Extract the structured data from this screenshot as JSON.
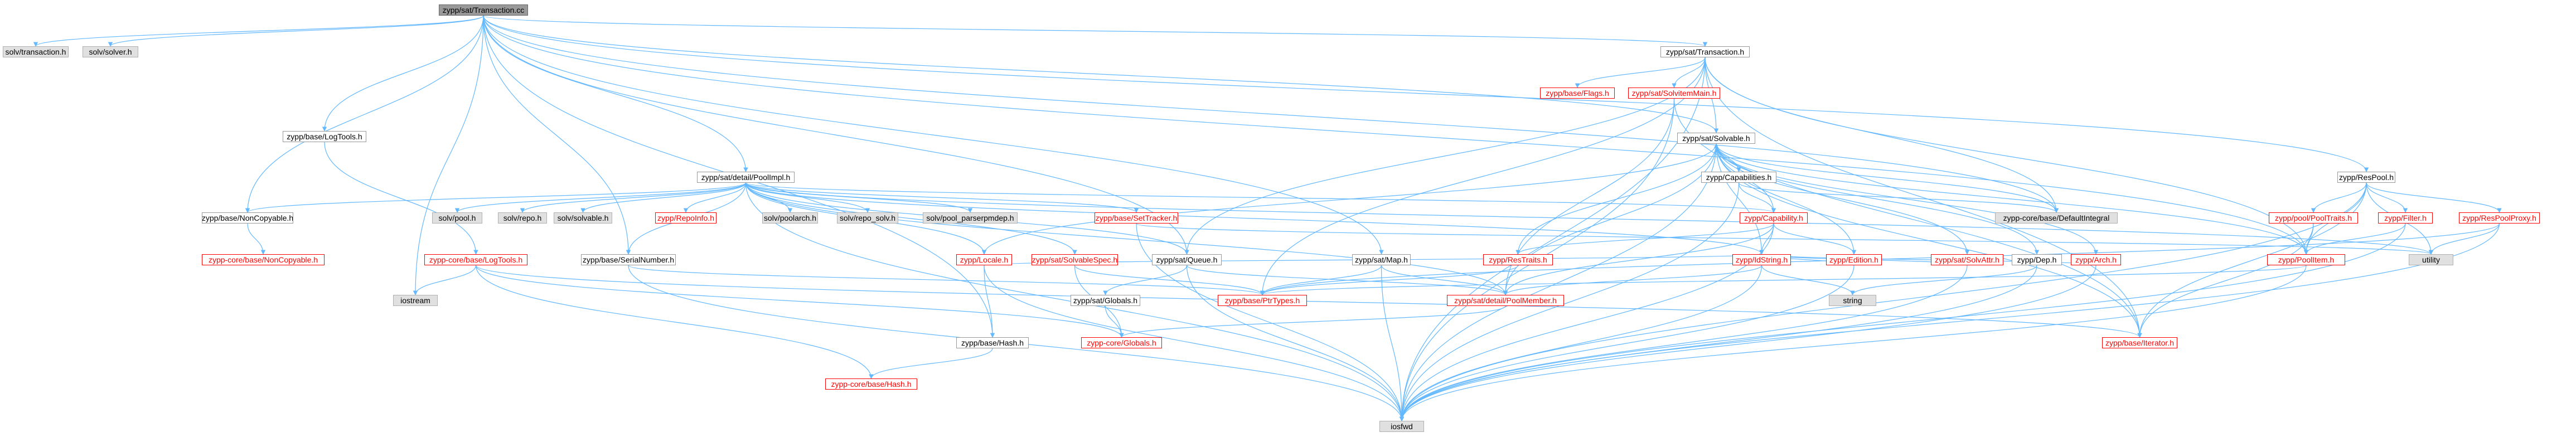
{
  "graph": {
    "edge_color": "#63b8ff",
    "nodes": [
      {
        "id": "root",
        "label": "zypp/sat/Transaction.cc",
        "kind": "root"
      },
      {
        "id": "solv_transaction",
        "label": "solv/transaction.h",
        "kind": "sys"
      },
      {
        "id": "solv_solver",
        "label": "solv/solver.h",
        "kind": "sys"
      },
      {
        "id": "sat_transaction",
        "label": "zypp/sat/Transaction.h",
        "kind": "normal"
      },
      {
        "id": "base_flags",
        "label": "zypp/base/Flags.h",
        "kind": "incomplete"
      },
      {
        "id": "sat_solvitemmain",
        "label": "zypp/sat/SolvitemMain.h",
        "kind": "incomplete"
      },
      {
        "id": "sat_solvable",
        "label": "zypp/sat/Solvable.h",
        "kind": "normal"
      },
      {
        "id": "respool",
        "label": "zypp/ResPool.h",
        "kind": "normal"
      },
      {
        "id": "base_logtools",
        "label": "zypp/base/LogTools.h",
        "kind": "normal"
      },
      {
        "id": "sat_poolimpl",
        "label": "zypp/sat/detail/PoolImpl.h",
        "kind": "normal"
      },
      {
        "id": "base_noncopyable",
        "label": "zypp/base/NonCopyable.h",
        "kind": "normal"
      },
      {
        "id": "core_noncopyable",
        "label": "zypp-core/base/NonCopyable.h",
        "kind": "incomplete"
      },
      {
        "id": "solv_pool",
        "label": "solv/pool.h",
        "kind": "sys"
      },
      {
        "id": "solv_repo",
        "label": "solv/repo.h",
        "kind": "sys"
      },
      {
        "id": "solv_solvable",
        "label": "solv/solvable.h",
        "kind": "sys"
      },
      {
        "id": "repoinfo",
        "label": "zypp/RepoInfo.h",
        "kind": "incomplete"
      },
      {
        "id": "solv_poolarch",
        "label": "solv/poolarch.h",
        "kind": "sys"
      },
      {
        "id": "solv_repo_solv",
        "label": "solv/repo_solv.h",
        "kind": "sys"
      },
      {
        "id": "solv_pool_parserpmdep",
        "label": "solv/pool_parserpmdep.h",
        "kind": "sys"
      },
      {
        "id": "base_settracker",
        "label": "zypp/base/SetTracker.h",
        "kind": "incomplete"
      },
      {
        "id": "capabilities",
        "label": "zypp/Capabilities.h",
        "kind": "normal"
      },
      {
        "id": "capability",
        "label": "zypp/Capability.h",
        "kind": "incomplete"
      },
      {
        "id": "core_defaultintegral",
        "label": "zypp-core/base/DefaultIntegral",
        "kind": "sys"
      },
      {
        "id": "pool_pooltraits",
        "label": "zypp/pool/PoolTraits.h",
        "kind": "incomplete"
      },
      {
        "id": "filter",
        "label": "zypp/Filter.h",
        "kind": "incomplete"
      },
      {
        "id": "respoolproxy",
        "label": "zypp/ResPoolProxy.h",
        "kind": "incomplete"
      },
      {
        "id": "utility",
        "label": "utility",
        "kind": "sys"
      },
      {
        "id": "poolitem",
        "label": "zypp/PoolItem.h",
        "kind": "incomplete"
      },
      {
        "id": "core_logtools",
        "label": "zypp-core/base/LogTools.h",
        "kind": "incomplete"
      },
      {
        "id": "base_serialnumber",
        "label": "zypp/base/SerialNumber.h",
        "kind": "normal"
      },
      {
        "id": "locale",
        "label": "zypp/Locale.h",
        "kind": "incomplete"
      },
      {
        "id": "sat_solvablespec",
        "label": "zypp/sat/SolvableSpec.h",
        "kind": "incomplete"
      },
      {
        "id": "sat_queue",
        "label": "zypp/sat/Queue.h",
        "kind": "normal"
      },
      {
        "id": "sat_map",
        "label": "zypp/sat/Map.h",
        "kind": "normal"
      },
      {
        "id": "restraits",
        "label": "zypp/ResTraits.h",
        "kind": "incomplete"
      },
      {
        "id": "idstring",
        "label": "zypp/IdString.h",
        "kind": "incomplete"
      },
      {
        "id": "edition",
        "label": "zypp/Edition.h",
        "kind": "incomplete"
      },
      {
        "id": "sat_solvattr",
        "label": "zypp/sat/SolvAttr.h",
        "kind": "incomplete"
      },
      {
        "id": "dep",
        "label": "zypp/Dep.h",
        "kind": "normal"
      },
      {
        "id": "arch",
        "label": "zypp/Arch.h",
        "kind": "incomplete"
      },
      {
        "id": "iostream",
        "label": "iostream",
        "kind": "sys"
      },
      {
        "id": "sat_globals",
        "label": "zypp/sat/Globals.h",
        "kind": "normal"
      },
      {
        "id": "base_ptrtypes",
        "label": "zypp/base/PtrTypes.h",
        "kind": "incomplete"
      },
      {
        "id": "sat_poolmember",
        "label": "zypp/sat/detail/PoolMember.h",
        "kind": "incomplete"
      },
      {
        "id": "string",
        "label": "string",
        "kind": "sys"
      },
      {
        "id": "base_hash",
        "label": "zypp/base/Hash.h",
        "kind": "normal"
      },
      {
        "id": "core_globals",
        "label": "zypp-core/Globals.h",
        "kind": "incomplete"
      },
      {
        "id": "base_iterator",
        "label": "zypp/base/Iterator.h",
        "kind": "incomplete"
      },
      {
        "id": "core_hash",
        "label": "zypp-core/base/Hash.h",
        "kind": "incomplete"
      },
      {
        "id": "iosfwd",
        "label": "iosfwd",
        "kind": "sys"
      }
    ],
    "edges": [
      [
        "root",
        "solv_transaction"
      ],
      [
        "root",
        "solv_solver"
      ],
      [
        "root",
        "sat_transaction"
      ],
      [
        "root",
        "sat_solvable"
      ],
      [
        "root",
        "respool"
      ],
      [
        "root",
        "base_logtools"
      ],
      [
        "root",
        "sat_poolimpl"
      ],
      [
        "root",
        "base_noncopyable"
      ],
      [
        "root",
        "sat_queue"
      ],
      [
        "root",
        "sat_map"
      ],
      [
        "root",
        "iostream"
      ],
      [
        "root",
        "base_hash"
      ],
      [
        "root",
        "core_defaultintegral"
      ],
      [
        "root",
        "poolitem"
      ],
      [
        "root",
        "base_serialnumber"
      ],
      [
        "sat_transaction",
        "base_flags"
      ],
      [
        "sat_transaction",
        "sat_solvitemmain"
      ],
      [
        "sat_transaction",
        "sat_solvable"
      ],
      [
        "sat_transaction",
        "poolitem"
      ],
      [
        "sat_transaction",
        "base_ptrtypes"
      ],
      [
        "sat_transaction",
        "sat_queue"
      ],
      [
        "sat_transaction",
        "core_defaultintegral"
      ],
      [
        "sat_transaction",
        "iosfwd"
      ],
      [
        "sat_transaction",
        "base_iterator"
      ],
      [
        "sat_solvitemmain",
        "sat_poolmember"
      ],
      [
        "sat_solvitemmain",
        "base_iterator"
      ],
      [
        "sat_solvitemmain",
        "iosfwd"
      ],
      [
        "sat_solvable",
        "capabilities"
      ],
      [
        "sat_solvable",
        "capability"
      ],
      [
        "sat_solvable",
        "idstring"
      ],
      [
        "sat_solvable",
        "edition"
      ],
      [
        "sat_solvable",
        "sat_solvattr"
      ],
      [
        "sat_solvable",
        "dep"
      ],
      [
        "sat_solvable",
        "arch"
      ],
      [
        "sat_solvable",
        "restraits"
      ],
      [
        "sat_solvable",
        "sat_poolmember"
      ],
      [
        "sat_solvable",
        "iosfwd"
      ],
      [
        "sat_solvable",
        "core_defaultintegral"
      ],
      [
        "sat_solvable",
        "locale"
      ],
      [
        "sat_solvable",
        "base_iterator"
      ],
      [
        "respool",
        "pool_pooltraits"
      ],
      [
        "respool",
        "poolitem"
      ],
      [
        "respool",
        "filter"
      ],
      [
        "respool",
        "respoolproxy"
      ],
      [
        "respool",
        "utility"
      ],
      [
        "respool",
        "base_iterator"
      ],
      [
        "respool",
        "iosfwd"
      ],
      [
        "base_logtools",
        "core_logtools"
      ],
      [
        "sat_poolimpl",
        "base_noncopyable"
      ],
      [
        "sat_poolimpl",
        "solv_pool"
      ],
      [
        "sat_poolimpl",
        "solv_repo"
      ],
      [
        "sat_poolimpl",
        "solv_solvable"
      ],
      [
        "sat_poolimpl",
        "repoinfo"
      ],
      [
        "sat_poolimpl",
        "solv_poolarch"
      ],
      [
        "sat_poolimpl",
        "solv_repo_solv"
      ],
      [
        "sat_poolimpl",
        "solv_pool_parserpmdep"
      ],
      [
        "sat_poolimpl",
        "base_settracker"
      ],
      [
        "sat_poolimpl",
        "capability"
      ],
      [
        "sat_poolimpl",
        "idstring"
      ],
      [
        "sat_poolimpl",
        "base_serialnumber"
      ],
      [
        "sat_poolimpl",
        "locale"
      ],
      [
        "sat_poolimpl",
        "sat_solvablespec"
      ],
      [
        "sat_poolimpl",
        "sat_queue"
      ],
      [
        "sat_poolimpl",
        "sat_poolmember"
      ],
      [
        "sat_poolimpl",
        "iosfwd"
      ],
      [
        "sat_poolimpl",
        "utility"
      ],
      [
        "base_noncopyable",
        "core_noncopyable"
      ],
      [
        "base_settracker",
        "iosfwd"
      ],
      [
        "base_settracker",
        "utility"
      ],
      [
        "capabilities",
        "capability"
      ],
      [
        "capabilities",
        "core_defaultintegral"
      ],
      [
        "capabilities",
        "iosfwd"
      ],
      [
        "capability",
        "restraits"
      ],
      [
        "capability",
        "idstring"
      ],
      [
        "capability",
        "edition"
      ],
      [
        "capability",
        "sat_poolmember"
      ],
      [
        "capability",
        "iosfwd"
      ],
      [
        "pool_pooltraits",
        "poolitem"
      ],
      [
        "pool_pooltraits",
        "base_iterator"
      ],
      [
        "filter",
        "poolitem"
      ],
      [
        "filter",
        "iosfwd"
      ],
      [
        "respoolproxy",
        "utility"
      ],
      [
        "respoolproxy",
        "base_ptrtypes"
      ],
      [
        "respoolproxy",
        "iosfwd"
      ],
      [
        "poolitem",
        "sat_solvable"
      ],
      [
        "poolitem",
        "base_ptrtypes"
      ],
      [
        "poolitem",
        "iosfwd"
      ],
      [
        "core_logtools",
        "iostream"
      ],
      [
        "core_logtools",
        "core_hash"
      ],
      [
        "core_logtools",
        "core_globals"
      ],
      [
        "core_logtools",
        "base_iterator"
      ],
      [
        "base_serialnumber",
        "base_ptrtypes"
      ],
      [
        "base_serialnumber",
        "iosfwd"
      ],
      [
        "locale",
        "idstring"
      ],
      [
        "locale",
        "base_hash"
      ],
      [
        "locale",
        "iosfwd"
      ],
      [
        "sat_solvablespec",
        "base_ptrtypes"
      ],
      [
        "sat_solvablespec",
        "core_globals"
      ],
      [
        "sat_queue",
        "sat_poolmember"
      ],
      [
        "sat_queue",
        "sat_globals"
      ],
      [
        "sat_queue",
        "iosfwd"
      ],
      [
        "sat_map",
        "sat_poolmember"
      ],
      [
        "sat_map",
        "base_ptrtypes"
      ],
      [
        "sat_map",
        "iosfwd"
      ],
      [
        "restraits",
        "base_ptrtypes"
      ],
      [
        "idstring",
        "sat_poolmember"
      ],
      [
        "idstring",
        "string"
      ],
      [
        "idstring",
        "iosfwd"
      ],
      [
        "edition",
        "idstring"
      ],
      [
        "edition",
        "iosfwd"
      ],
      [
        "sat_solvattr",
        "idstring"
      ],
      [
        "sat_solvattr",
        "iosfwd"
      ],
      [
        "dep",
        "string"
      ],
      [
        "dep",
        "iosfwd"
      ],
      [
        "arch",
        "idstring"
      ],
      [
        "arch",
        "iosfwd"
      ],
      [
        "sat_globals",
        "core_globals"
      ],
      [
        "sat_poolmember",
        "core_globals"
      ],
      [
        "base_hash",
        "core_hash"
      ]
    ]
  }
}
